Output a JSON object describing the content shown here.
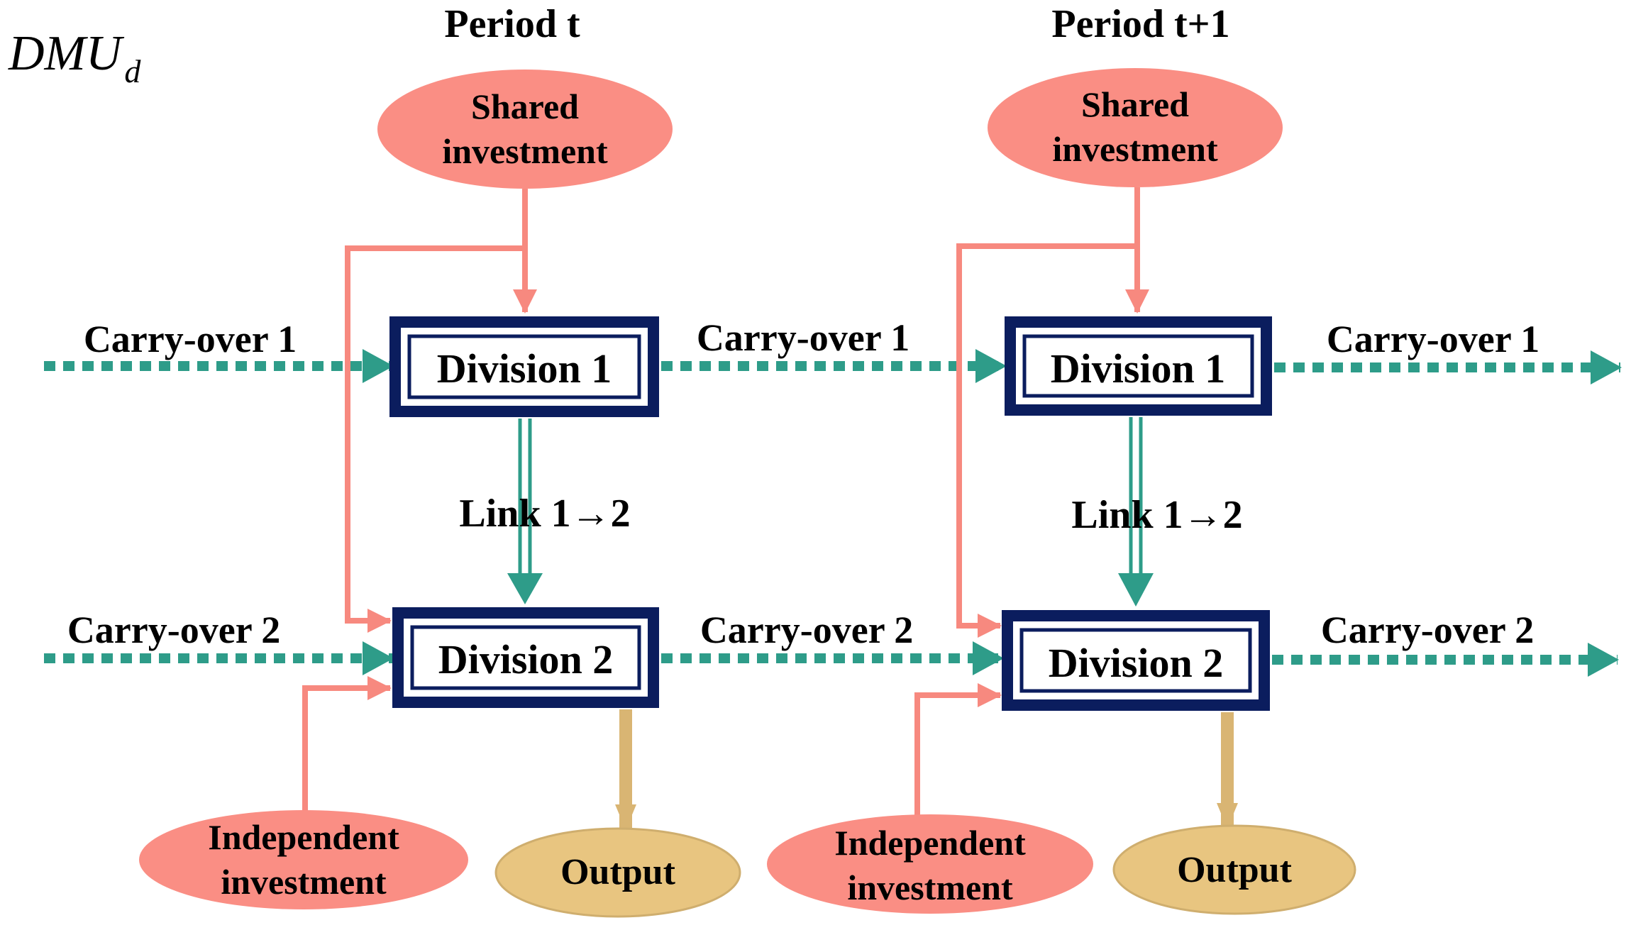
{
  "dmu": {
    "main": "DMU",
    "subscript": "d"
  },
  "periods": [
    {
      "title": "Period t",
      "shared_investment": [
        "Shared",
        "investment"
      ],
      "independent_investment": [
        "Independent",
        "investment"
      ],
      "division1": "Division 1",
      "division2": "Division 2",
      "link": "Link 1→2",
      "carry_over_1_in": "Carry-over 1",
      "carry_over_2_in": "Carry-over 2",
      "output": "Output"
    },
    {
      "title": "Period t+1",
      "shared_investment": [
        "Shared",
        "investment"
      ],
      "independent_investment": [
        "Independent",
        "investment"
      ],
      "division1": "Division 1",
      "division2": "Division 2",
      "link": "Link 1→2",
      "carry_over_1_in": "Carry-over 1",
      "carry_over_2_in": "Carry-over 2",
      "output": "Output"
    }
  ],
  "carry_over_out": {
    "carry_over_1": "Carry-over 1",
    "carry_over_2": "Carry-over 2"
  },
  "colors": {
    "investment_fill": "#FA8E84",
    "investment_arrow": "#F7897F",
    "output_fill": "#E8C580",
    "output_arrow": "#D9B573",
    "division_border": "#0B1D5E",
    "carry_over": "#2E9C89",
    "link": "#2E9C89"
  }
}
